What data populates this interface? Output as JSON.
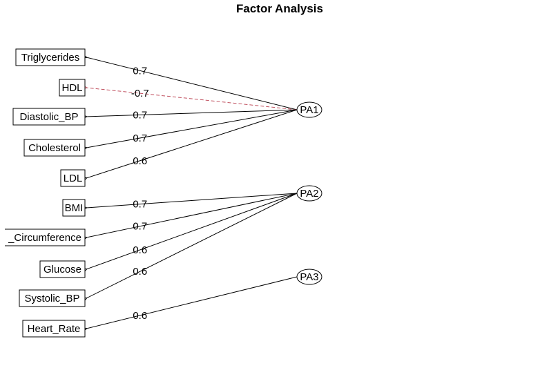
{
  "title": "Factor Analysis",
  "colors": {
    "positive_edge": "#000000",
    "negative_edge": "#c0505f",
    "box_border": "#000000"
  },
  "factors": [
    {
      "id": "PA1",
      "label": "PA1"
    },
    {
      "id": "PA2",
      "label": "PA2"
    },
    {
      "id": "PA3",
      "label": "PA3"
    }
  ],
  "variables": [
    {
      "id": "triglycerides",
      "label": "Triglycerides"
    },
    {
      "id": "hdl",
      "label": "HDL"
    },
    {
      "id": "diastolic_bp",
      "label": "Diastolic_BP"
    },
    {
      "id": "cholesterol",
      "label": "Cholesterol"
    },
    {
      "id": "ldl",
      "label": "LDL"
    },
    {
      "id": "bmi",
      "label": "BMI"
    },
    {
      "id": "waist_circumference",
      "label": "_Circumference"
    },
    {
      "id": "glucose",
      "label": "Glucose"
    },
    {
      "id": "systolic_bp",
      "label": "Systolic_BP"
    },
    {
      "id": "heart_rate",
      "label": "Heart_Rate"
    }
  ],
  "loadings": [
    {
      "factor": "PA1",
      "variable": "triglycerides",
      "label": "0.7",
      "value": 0.7
    },
    {
      "factor": "PA1",
      "variable": "hdl",
      "label": "-0.7",
      "value": -0.7
    },
    {
      "factor": "PA1",
      "variable": "diastolic_bp",
      "label": "0.7",
      "value": 0.7
    },
    {
      "factor": "PA1",
      "variable": "cholesterol",
      "label": "0.7",
      "value": 0.7
    },
    {
      "factor": "PA1",
      "variable": "ldl",
      "label": "0.6",
      "value": 0.6
    },
    {
      "factor": "PA2",
      "variable": "bmi",
      "label": "0.7",
      "value": 0.7
    },
    {
      "factor": "PA2",
      "variable": "waist_circumference",
      "label": "0.7",
      "value": 0.7
    },
    {
      "factor": "PA2",
      "variable": "glucose",
      "label": "0.6",
      "value": 0.6
    },
    {
      "factor": "PA2",
      "variable": "systolic_bp",
      "label": "0.6",
      "value": 0.6
    },
    {
      "factor": "PA3",
      "variable": "heart_rate",
      "label": "0.6",
      "value": 0.6
    }
  ]
}
